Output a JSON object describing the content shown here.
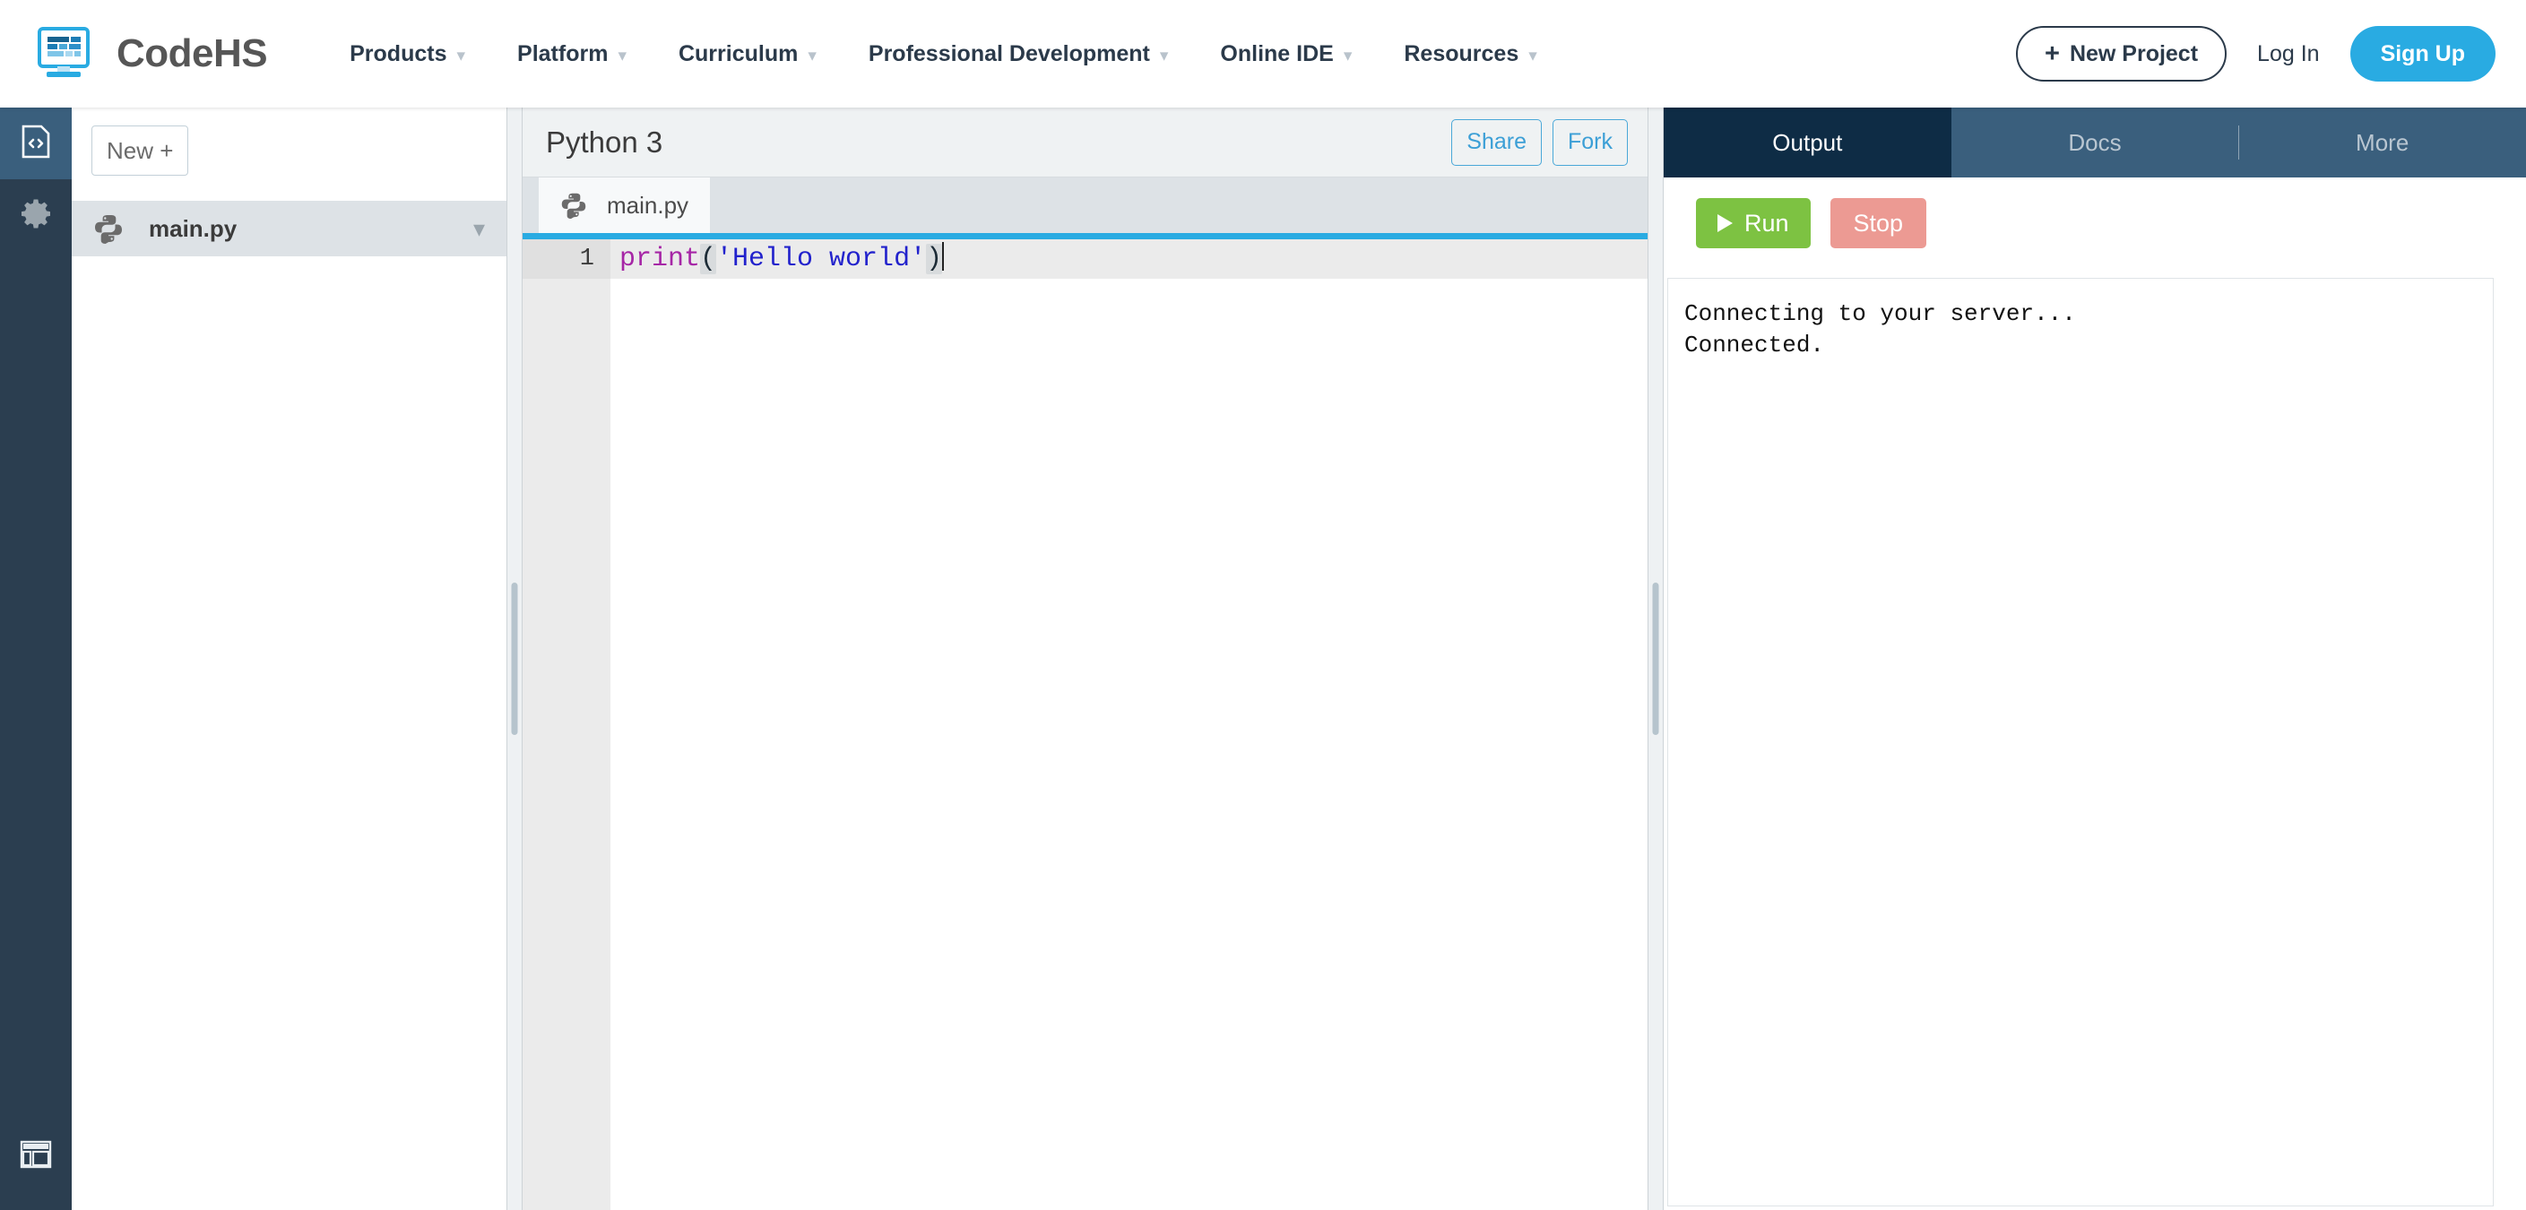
{
  "nav": {
    "brand": "CodeHS",
    "logo_icon": "codehs-monitor-icon",
    "links": [
      {
        "label": "Products",
        "icon": "chevron-down-icon"
      },
      {
        "label": "Platform",
        "icon": "chevron-down-icon"
      },
      {
        "label": "Curriculum",
        "icon": "chevron-down-icon"
      },
      {
        "label": "Professional Development",
        "icon": "chevron-down-icon"
      },
      {
        "label": "Online IDE",
        "icon": "chevron-down-icon"
      },
      {
        "label": "Resources",
        "icon": "chevron-down-icon"
      }
    ],
    "new_project": {
      "label": "New Project",
      "plus": "+"
    },
    "login": "Log In",
    "signup": "Sign Up",
    "accent_blue": "#29abe2",
    "text_navy": "#2b3a4a"
  },
  "rail": {
    "items": [
      {
        "name": "code-file-icon",
        "active": true
      },
      {
        "name": "gear-icon",
        "active": false
      }
    ],
    "bottom": {
      "name": "layout-panel-icon"
    },
    "bg": "#2b3e50",
    "active_bg": "#3a5f7d"
  },
  "files": {
    "new_button": "New +",
    "rows": [
      {
        "name": "main.py",
        "icon": "python-icon",
        "chevron": "chevron-down-icon",
        "selected": true
      }
    ]
  },
  "editor": {
    "language": "Python 3",
    "share_label": "Share",
    "fork_label": "Fork",
    "tabs": [
      {
        "label": "main.py",
        "icon": "python-icon",
        "active": true
      }
    ],
    "active_tab_color": "#29abe2",
    "line_numbers": [
      "1"
    ],
    "code": {
      "fn": "print",
      "open_paren": "(",
      "string": "'Hello world'",
      "close_paren": ")"
    },
    "syntax_colors": {
      "function": "#a626a6",
      "string": "#2222cc",
      "paren": "#1c2b36"
    }
  },
  "output": {
    "tabs": [
      {
        "label": "Output",
        "active": true
      },
      {
        "label": "Docs",
        "active": false
      },
      {
        "label": "More",
        "active": false
      }
    ],
    "run_label": "Run",
    "stop_label": "Stop",
    "run_color": "#7dc242",
    "stop_color": "#ec9a93",
    "active_tab_bg": "#0e2c45",
    "tab_bg": "#3a5f7d",
    "console_lines": [
      "Connecting to your server...",
      "Connected."
    ]
  }
}
